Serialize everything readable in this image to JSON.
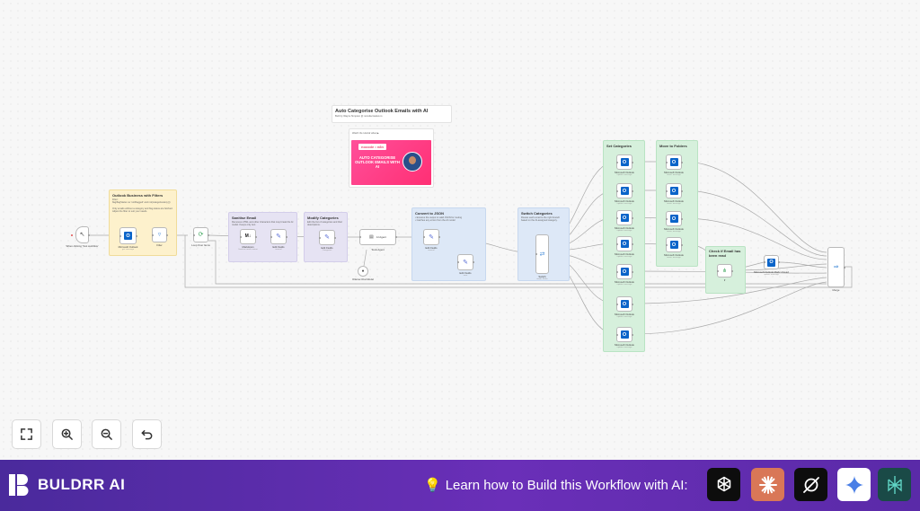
{
  "workflow_title": "Auto Categorise Outlook Emails with AI",
  "workflow_subtitle": "Built by Wayne Simpson @ nocodecreative.io",
  "video_label": "Watch the tutorial video ▶",
  "video": {
    "brand": "nocode • n8n",
    "text": "AUTO CATEGORISE OUTLOOK EMAILS WITH AI"
  },
  "notes": {
    "outlook_filters": {
      "title": "Outlook Business with Filters",
      "body": "Filter:\nflag/flagStatus ne 'notFlagged' and not(categories/any())\n\nOnly emails without a category and flag status are fetched. Adjust the filter to suit your needs."
    },
    "sanitise": {
      "title": "Sanitise Email",
      "body": "Removes HTML and other characters that may break the AI model. Keeps only text."
    },
    "modify_categories": {
      "title": "Modify Categories",
      "body": "Edit the list of categories and their descriptions."
    },
    "convert_json": {
      "title": "Convert to JSON",
      "body": "• Ensures the output is valid JSON for routing\n• Catches any errors from the AI model"
    },
    "switch_categories": {
      "title": "Switch Categories",
      "body": "Routes each email to the right branch based on the AI-assigned category."
    },
    "set_categories": {
      "title": "Set Categories",
      "body": ""
    },
    "move_folders": {
      "title": "Move to Folders",
      "body": ""
    },
    "check_read": {
      "title": "Check if Email has been read",
      "body": ""
    }
  },
  "nodes": {
    "trigger": {
      "label": "When clicking 'Test workflow'",
      "icon": "cursor-click-icon"
    },
    "get_emails": {
      "label": "Microsoft Outlook",
      "sub": "get: message",
      "icon": "outlook-icon"
    },
    "filter": {
      "label": "Filter",
      "icon": "filter-icon"
    },
    "loop": {
      "label": "Loop Over Items",
      "icon": "loop-icon"
    },
    "markdown": {
      "label": "Markdown",
      "sub": "Sanitise email content",
      "icon": "markdown-icon"
    },
    "email_set": {
      "label": "Edit Fields",
      "sub": "manual",
      "icon": "pencil-icon"
    },
    "categories_set": {
      "label": "Edit Fields",
      "sub": "Categories",
      "icon": "pencil-icon"
    },
    "ai_agent": {
      "label": "AI Agent",
      "sub": "Tools Agent",
      "icon": "robot-icon"
    },
    "ollama": {
      "label": "Ollama Chat Model",
      "icon": "ollama-icon"
    },
    "json_set": {
      "label": "Edit Fields",
      "sub": "manual",
      "icon": "pencil-icon"
    },
    "error_set": {
      "label": "Edit Fields",
      "sub": "error",
      "icon": "pencil-icon"
    },
    "switch": {
      "label": "Switch",
      "sub": "mode: Rules",
      "icon": "switch-icon"
    },
    "set_cat": {
      "label": "Microsoft Outlook",
      "sub": "update: message",
      "icon": "outlook-icon"
    },
    "move_folder": {
      "label": "Microsoft Outlook",
      "sub": "move: message",
      "icon": "outlook-icon"
    },
    "if_read": {
      "label": "If",
      "icon": "if-icon"
    },
    "mark_unread": {
      "label": "Microsoft Outlook Mark Unread",
      "sub": "update: message",
      "icon": "outlook-icon"
    },
    "merge": {
      "label": "Merge",
      "icon": "merge-icon"
    }
  },
  "controls": {
    "fit": "fit-view-icon",
    "zoom_in": "zoom-in-icon",
    "zoom_out": "zoom-out-icon",
    "reset": "undo-icon"
  },
  "footer": {
    "brand": "BULDRR AI",
    "learn_text": "Learn how to Build this Workflow with AI:",
    "ai_tools": [
      {
        "name": "chatgpt-icon",
        "bg": "#0d0d0d"
      },
      {
        "name": "claude-icon",
        "bg": "#d97757"
      },
      {
        "name": "grok-icon",
        "bg": "#0d0d0d"
      },
      {
        "name": "gemini-icon",
        "bg": "#ffffff"
      },
      {
        "name": "perplexity-icon",
        "bg": "#1a4a47"
      }
    ]
  },
  "colors": {
    "footer_gradient_start": "#4a2a9c",
    "footer_gradient_end": "#6a2fb8",
    "outlook_blue": "#0a64c9",
    "n8n_pink": "#ea4b71"
  }
}
